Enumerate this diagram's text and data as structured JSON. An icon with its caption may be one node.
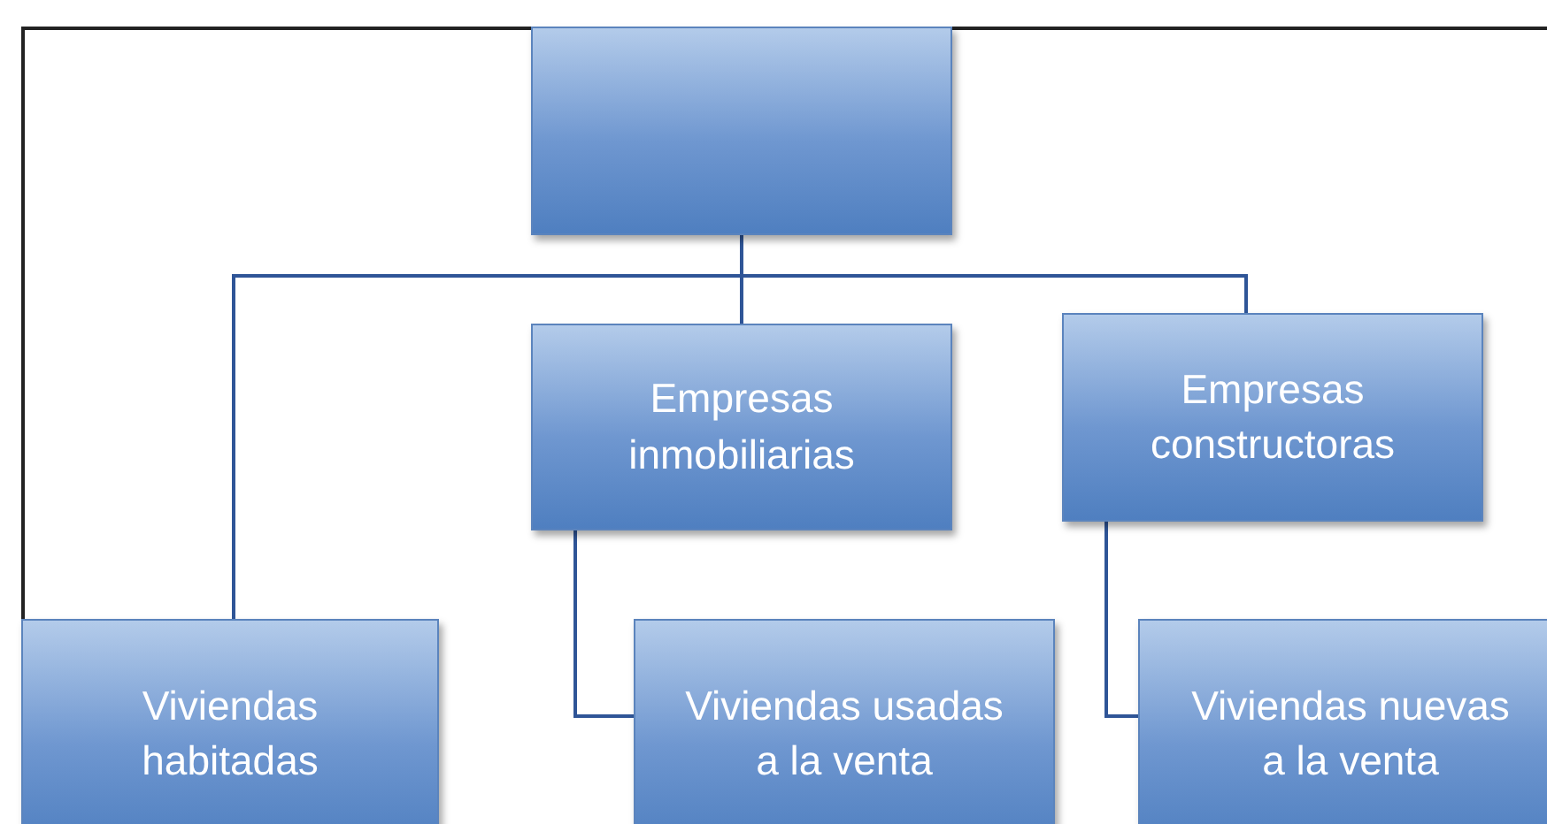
{
  "diagram": {
    "nodes": [
      {
        "text": [],
        "shape": "box"
      },
      {
        "text": [
          "Empresas inmobiliarias"
        ]
      },
      {
        "text": [
          "Empresas constructoras"
        ]
      },
      {
        "text": [
          "Viviendas habitadas"
        ]
      },
      {
        "text": [
          "Viviendas usadas a la venta"
        ]
      },
      {
        "text": [
          "Viviendas nuevas a la venta"
        ]
      }
    ],
    "edges": [
      {
        "from": 0,
        "to": 1,
        "arrow": "none"
      },
      {
        "from": 0,
        "to": 2,
        "arrow": "none"
      },
      {
        "from": 0,
        "to": 3,
        "arrow": "none"
      },
      {
        "from": 1,
        "to": 4,
        "arrow": "none"
      },
      {
        "from": 2,
        "to": 5,
        "arrow": "none"
      }
    ]
  }
}
